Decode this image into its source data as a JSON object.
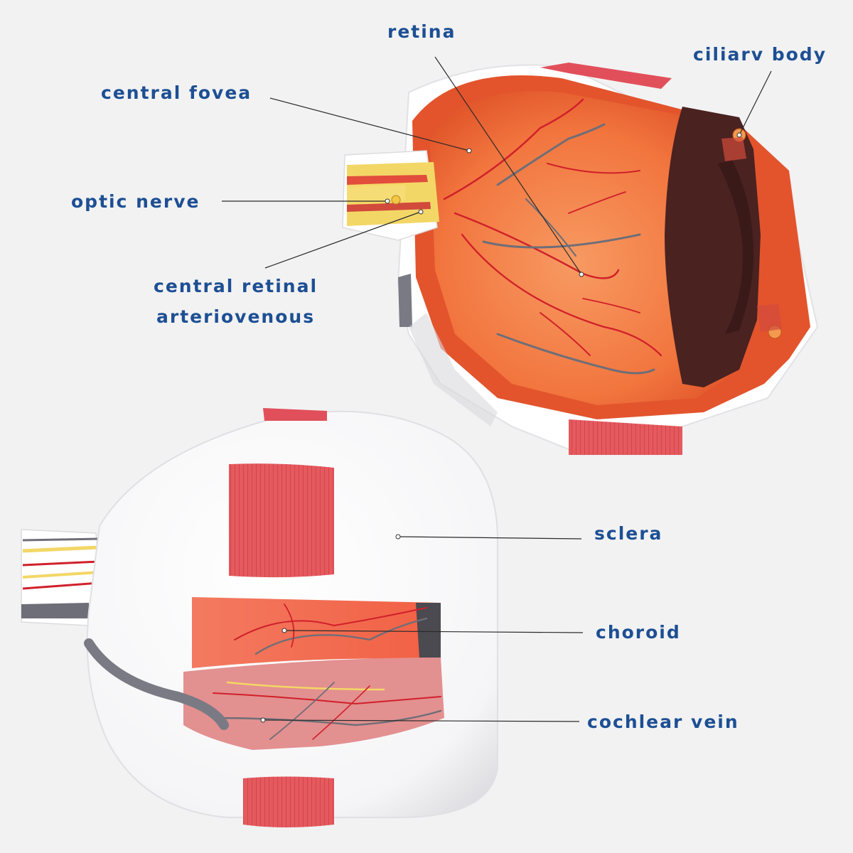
{
  "labels": {
    "retina": "retina",
    "ciliary_body": "ciliarv body",
    "central_fovea": "central fovea",
    "optic_nerve": "optic nerve",
    "central_retinal_line1": "central retinal",
    "central_retinal_line2": "arteriovenous",
    "sclera": "sclera",
    "choroid": "choroid",
    "cochlear_vein": "cochlear vein"
  },
  "colors": {
    "label_text": "#1d4f93",
    "background": "#f2f2f3",
    "retina_inner": "#f07a40",
    "sclera_white": "#ffffff",
    "muscle_red": "#e0505a",
    "vessel_red": "#d0202a",
    "vessel_gray": "#6e6e78",
    "nerve_yellow": "#f3d766",
    "lens_brown": "#4a2220"
  }
}
